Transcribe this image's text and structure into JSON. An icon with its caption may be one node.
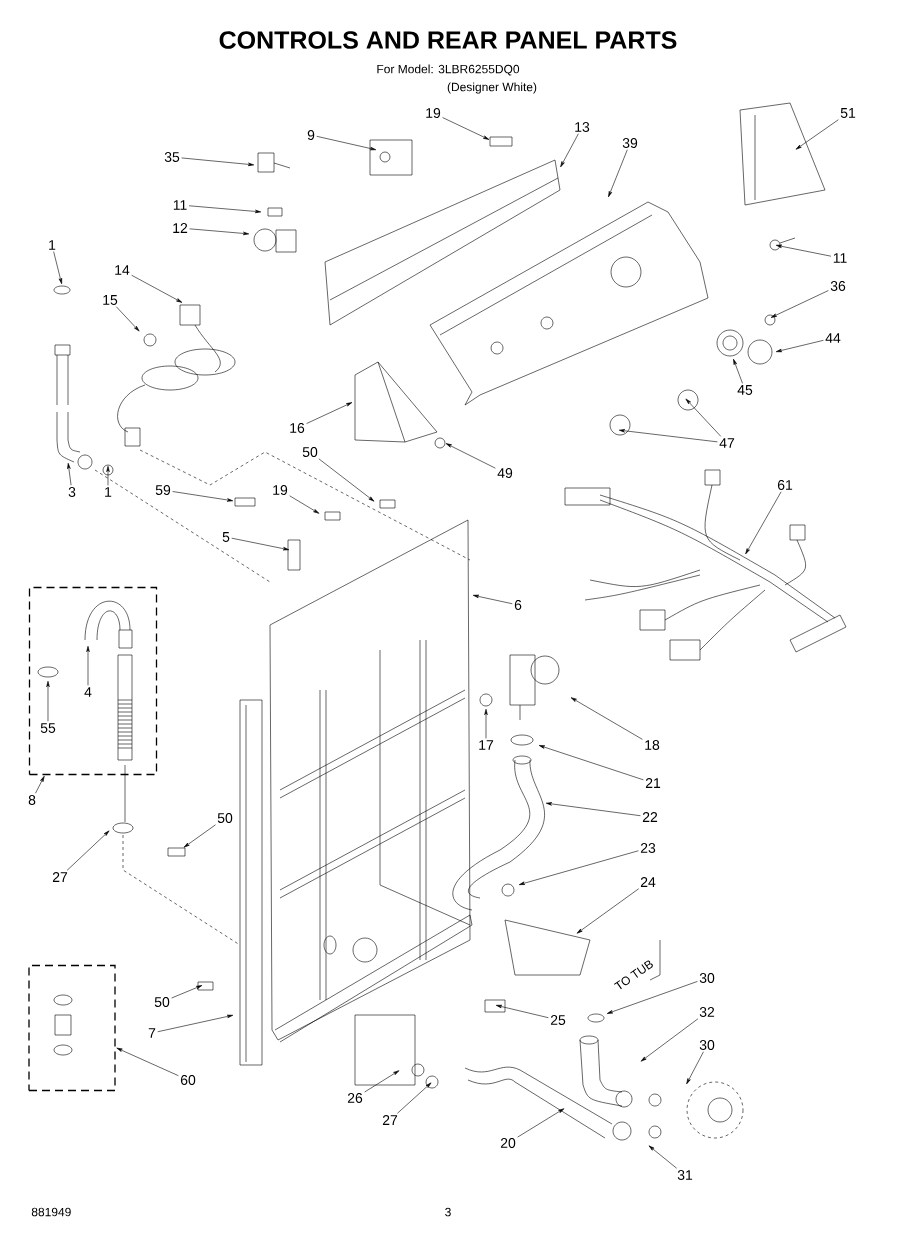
{
  "diagram": {
    "title": "CONTROLS AND REAR PANEL PARTS",
    "nodes": [
      {
        "text": [
          "51"
        ]
      },
      {
        "text": [
          "19"
        ]
      },
      {
        "text": [
          "9"
        ]
      },
      {
        "text": [
          "13"
        ]
      },
      {
        "text": [
          "39"
        ]
      },
      {
        "text": [
          "35"
        ]
      },
      {
        "text": [
          "11"
        ]
      },
      {
        "text": [
          "12"
        ]
      },
      {
        "text": [
          "1"
        ]
      },
      {
        "text": [
          "14"
        ]
      },
      {
        "text": [
          "11"
        ]
      },
      {
        "text": [
          "36"
        ]
      },
      {
        "text": [
          "15"
        ]
      },
      {
        "text": [
          "44"
        ]
      },
      {
        "text": [
          "45"
        ]
      },
      {
        "text": [
          "16"
        ]
      },
      {
        "text": [
          "47"
        ]
      },
      {
        "text": [
          "49"
        ]
      },
      {
        "text": [
          "50"
        ]
      },
      {
        "text": [
          "3"
        ]
      },
      {
        "text": [
          "1"
        ]
      },
      {
        "text": [
          "59"
        ]
      },
      {
        "text": [
          "19"
        ]
      },
      {
        "text": [
          "61"
        ]
      },
      {
        "text": [
          "5"
        ]
      },
      {
        "text": [
          "6"
        ]
      },
      {
        "text": [],
        "shape": "box"
      },
      {
        "text": [
          "4"
        ],
        "in": 26
      },
      {
        "text": [
          "55"
        ],
        "in": 26
      },
      {
        "text": [
          "17"
        ]
      },
      {
        "text": [
          "18"
        ]
      },
      {
        "text": [
          "21"
        ]
      },
      {
        "text": [
          "8"
        ]
      },
      {
        "text": [
          "50"
        ]
      },
      {
        "text": [
          "22"
        ]
      },
      {
        "text": [
          "27"
        ]
      },
      {
        "text": [
          "23"
        ]
      },
      {
        "text": [
          "24"
        ]
      },
      {
        "text": [],
        "shape": "box"
      },
      {
        "text": [
          "30"
        ]
      },
      {
        "text": [
          "50"
        ]
      },
      {
        "text": [
          "32"
        ]
      },
      {
        "text": [
          "25"
        ]
      },
      {
        "text": [
          "7"
        ]
      },
      {
        "text": [
          "30"
        ]
      },
      {
        "text": [
          "60"
        ]
      },
      {
        "text": [
          "26"
        ]
      },
      {
        "text": [
          "27"
        ]
      },
      {
        "text": [
          "20"
        ]
      },
      {
        "text": [
          "31"
        ]
      }
    ],
    "edges": [
      {
        "from": 0,
        "to": null,
        "arrow": "to"
      },
      {
        "from": 1,
        "to": null,
        "arrow": "to"
      },
      {
        "from": 2,
        "to": null,
        "arrow": "to"
      },
      {
        "from": 3,
        "to": null,
        "arrow": "to"
      },
      {
        "from": 4,
        "to": null,
        "arrow": "to"
      },
      {
        "from": 5,
        "to": null,
        "arrow": "to"
      },
      {
        "from": 6,
        "to": null,
        "arrow": "to"
      },
      {
        "from": 7,
        "to": null,
        "arrow": "to"
      },
      {
        "from": 8,
        "to": null,
        "arrow": "to"
      },
      {
        "from": 9,
        "to": null,
        "arrow": "to"
      },
      {
        "from": 10,
        "to": null,
        "arrow": "to"
      },
      {
        "from": 11,
        "to": null,
        "arrow": "to"
      },
      {
        "from": 12,
        "to": null,
        "arrow": "to"
      },
      {
        "from": 13,
        "to": null,
        "arrow": "to"
      },
      {
        "from": 14,
        "to": null,
        "arrow": "to"
      },
      {
        "from": 15,
        "to": null,
        "arrow": "to"
      },
      {
        "from": 16,
        "to": null,
        "arrow": "to"
      },
      {
        "from": 16,
        "to": null,
        "arrow": "to"
      },
      {
        "from": 17,
        "to": null,
        "arrow": "to"
      },
      {
        "from": 18,
        "to": null,
        "arrow": "to"
      },
      {
        "from": 19,
        "to": null,
        "arrow": "to"
      },
      {
        "from": 20,
        "to": null,
        "arrow": "to"
      },
      {
        "from": 21,
        "to": null,
        "arrow": "to"
      },
      {
        "from": 22,
        "to": null,
        "arrow": "to"
      },
      {
        "from": 23,
        "to": null,
        "arrow": "to"
      },
      {
        "from": 24,
        "to": null,
        "arrow": "to"
      },
      {
        "from": 25,
        "to": null,
        "arrow": "to"
      },
      {
        "from": 27,
        "to": null,
        "arrow": "to"
      },
      {
        "from": 28,
        "to": null,
        "arrow": "to"
      },
      {
        "from": 29,
        "to": null,
        "arrow": "to"
      },
      {
        "from": 30,
        "to": null,
        "arrow": "to"
      },
      {
        "from": 31,
        "to": null,
        "arrow": "to"
      },
      {
        "from": 32,
        "to": 26,
        "arrow": "to"
      },
      {
        "from": 33,
        "to": null,
        "arrow": "to"
      },
      {
        "from": 34,
        "to": null,
        "arrow": "to"
      },
      {
        "from": 35,
        "to": null,
        "arrow": "to"
      },
      {
        "from": 36,
        "to": null,
        "arrow": "to"
      },
      {
        "from": 37,
        "to": null,
        "arrow": "to"
      },
      {
        "from": 39,
        "to": null,
        "arrow": "to"
      },
      {
        "from": 40,
        "to": null,
        "arrow": "to"
      },
      {
        "from": 41,
        "to": null,
        "arrow": "to"
      },
      {
        "from": 42,
        "to": null,
        "arrow": "to"
      },
      {
        "from": 43,
        "to": null,
        "arrow": "to"
      },
      {
        "from": 44,
        "to": null,
        "arrow": "to"
      },
      {
        "from": 45,
        "to": 38,
        "arrow": "to"
      },
      {
        "from": 46,
        "to": null,
        "arrow": "to"
      },
      {
        "from": 47,
        "to": null,
        "arrow": "to"
      },
      {
        "from": 48,
        "to": null,
        "arrow": "to"
      },
      {
        "from": 49,
        "to": null,
        "arrow": "to"
      }
    ],
    "labels": [
      "For Model: 3LBR6255DQ0",
      "(Designer White)",
      "TO TUB",
      "881949",
      "3"
    ]
  }
}
